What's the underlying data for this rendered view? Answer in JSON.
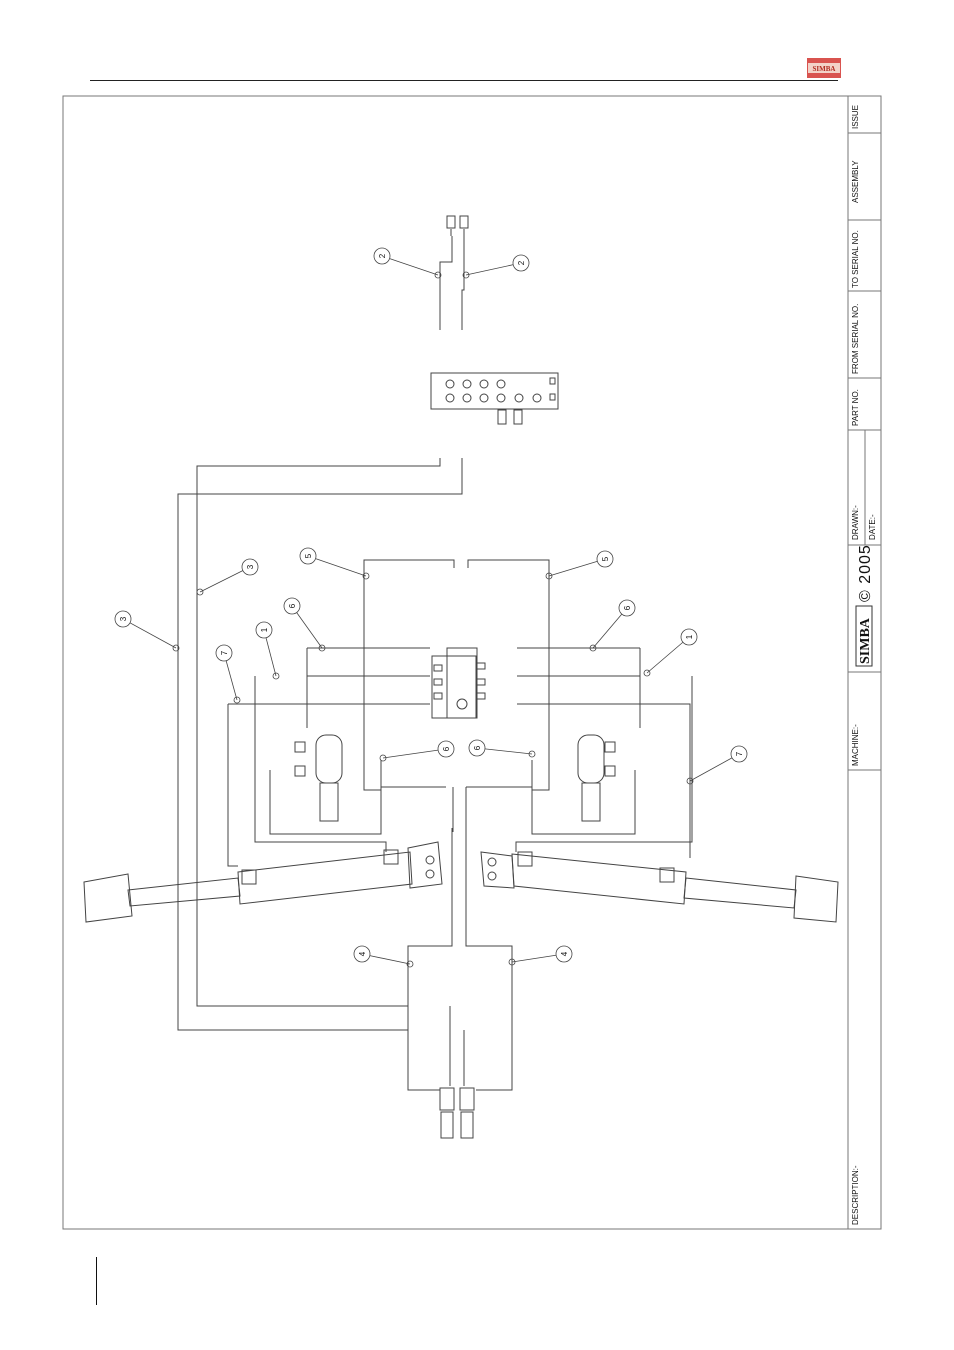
{
  "logo": {
    "text": "SIMBA",
    "color": "#c0392b"
  },
  "title_block": {
    "issue": "ISSUE",
    "assembly": "ASSEMBLY",
    "to_serial": "TO SERIAL NO.",
    "from_serial": "FROM SERIAL NO.",
    "part_no": "PART NO.",
    "drawn": "DRAWN:-",
    "date": "DATE:-",
    "brand": "SIMBA",
    "copyright": "© 2005",
    "machine": "MACHINE:-",
    "description": "DESCRIPTION:-"
  },
  "callouts": [
    "1",
    "2",
    "3",
    "4",
    "5",
    "6",
    "7"
  ]
}
